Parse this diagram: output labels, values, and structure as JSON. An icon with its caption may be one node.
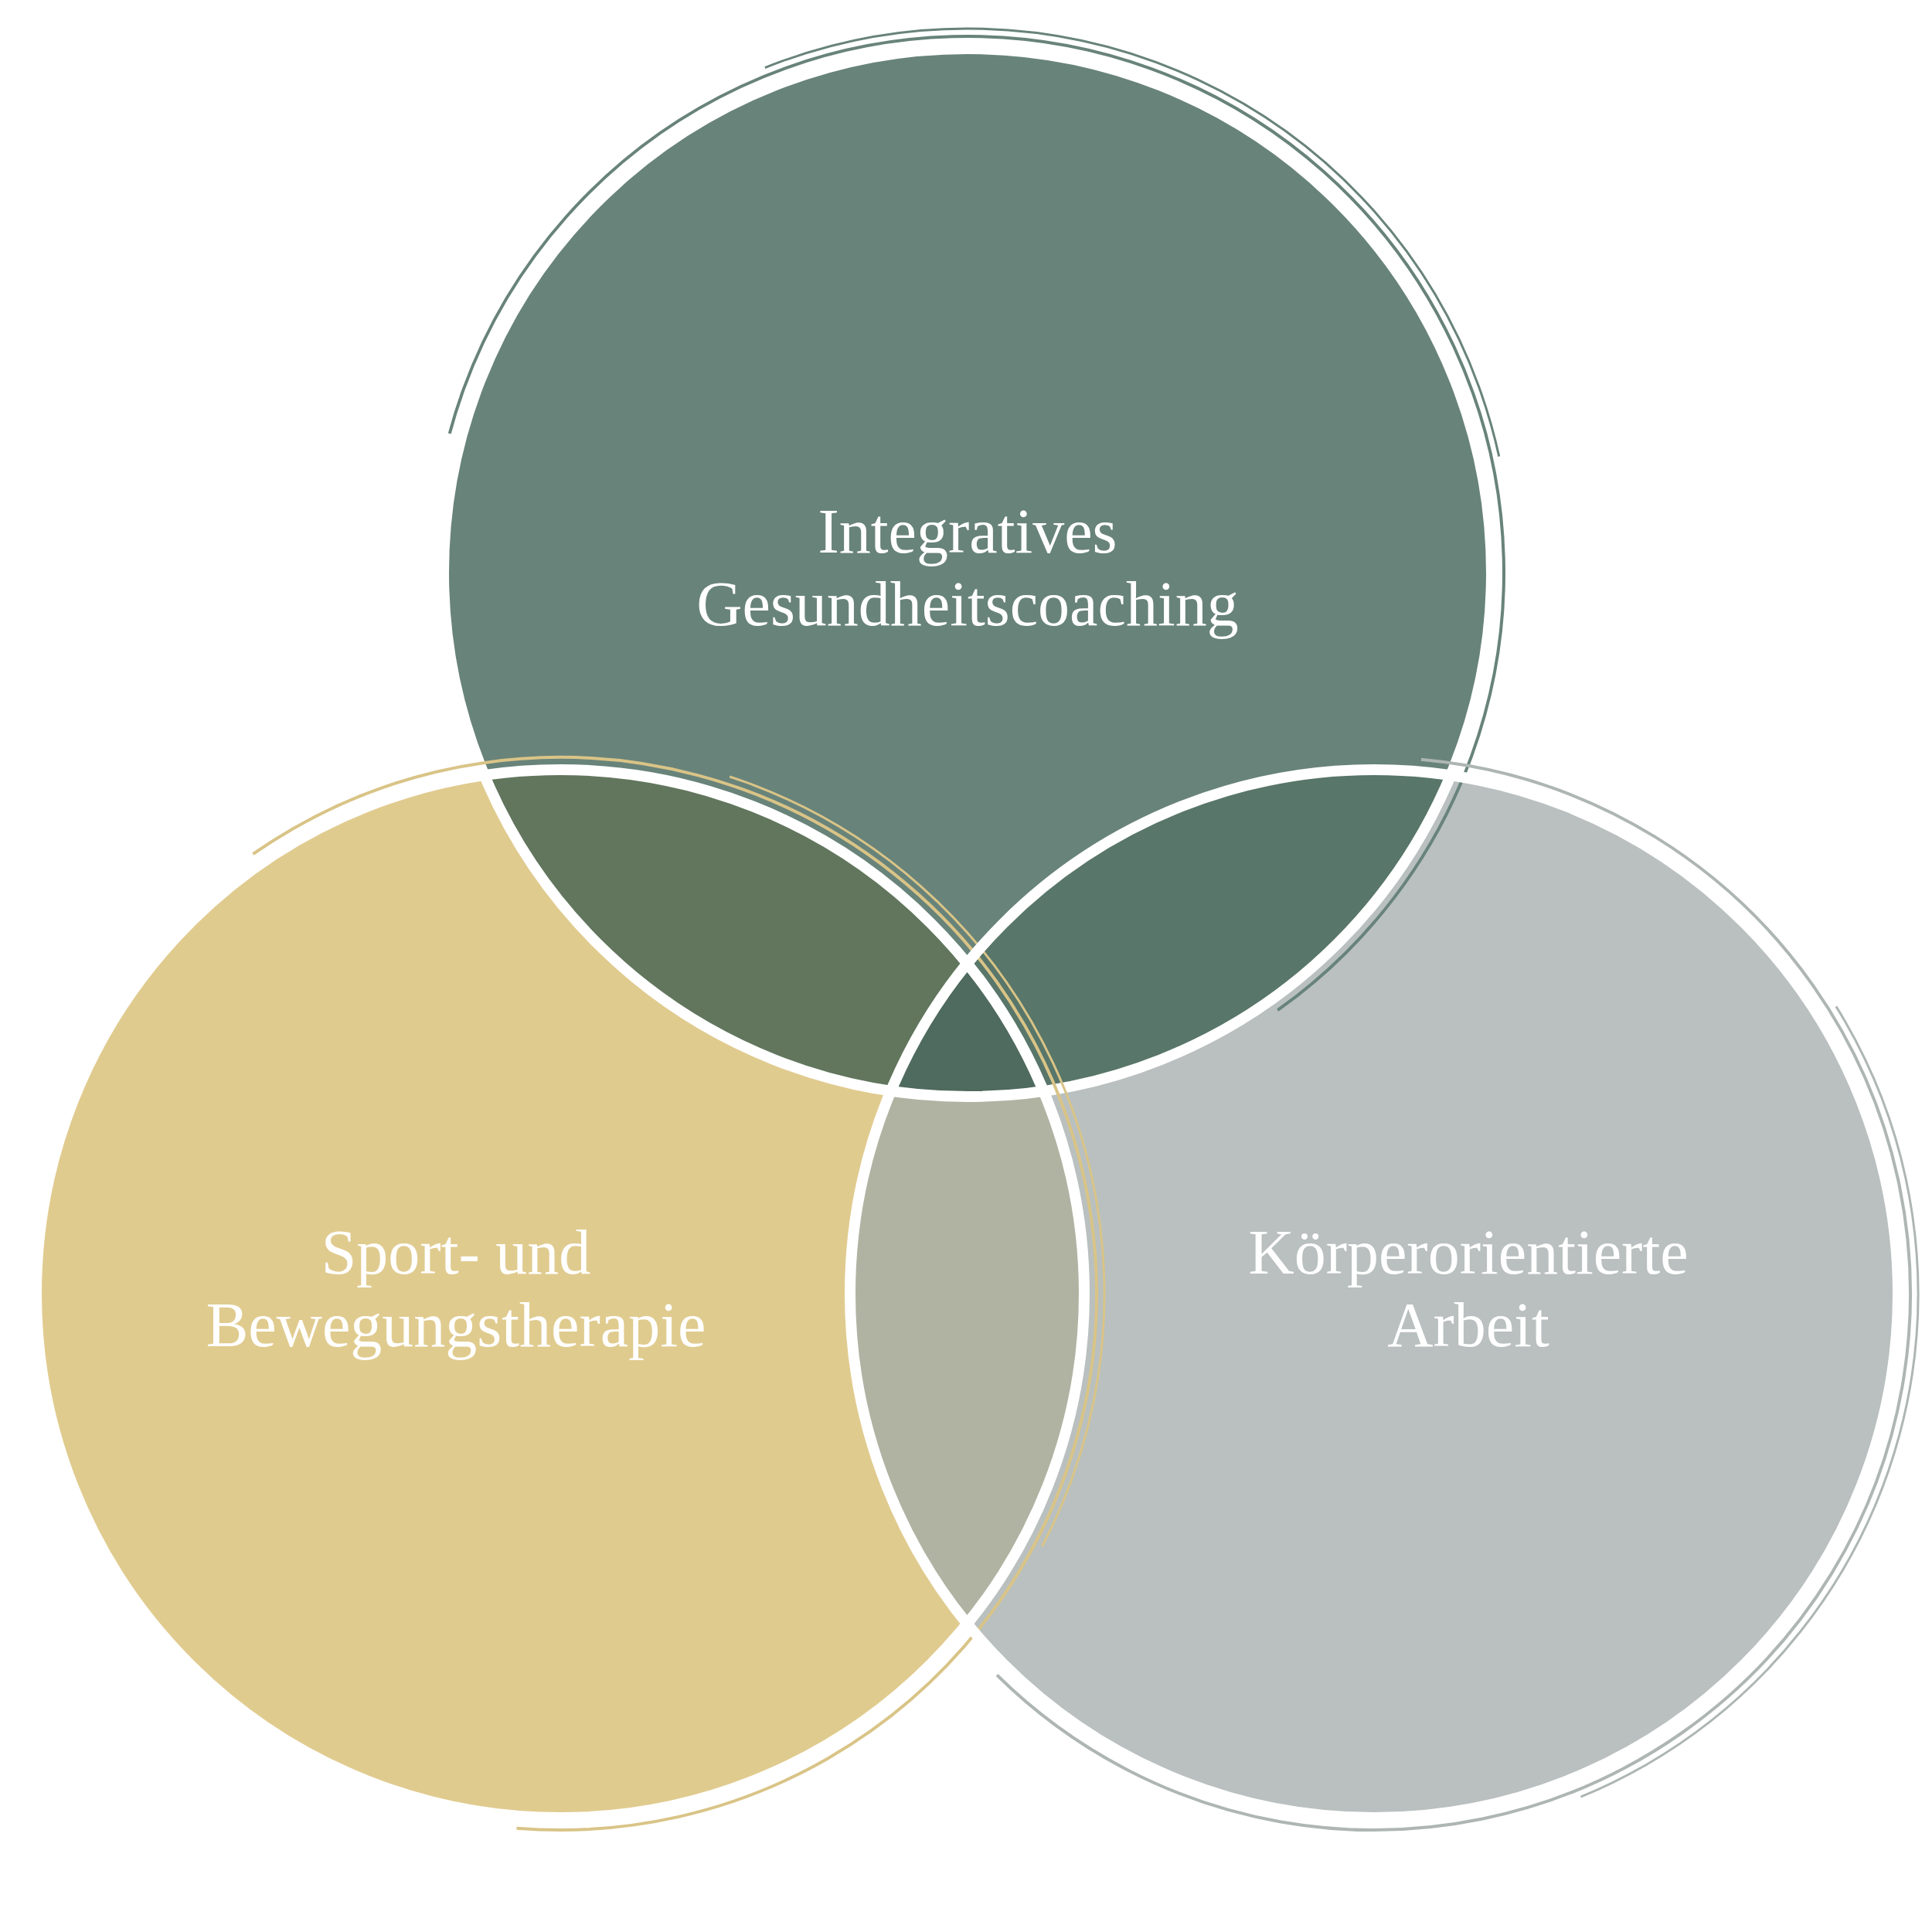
{
  "diagram": {
    "nodes": [
      {
        "text": [
          "Integratives Gesundheitscoaching"
        ]
      },
      {
        "text": [
          "Sport- und Bewegungstherapie"
        ]
      },
      {
        "text": [
          "Körperorientierte Arbeit"
        ]
      }
    ]
  }
}
